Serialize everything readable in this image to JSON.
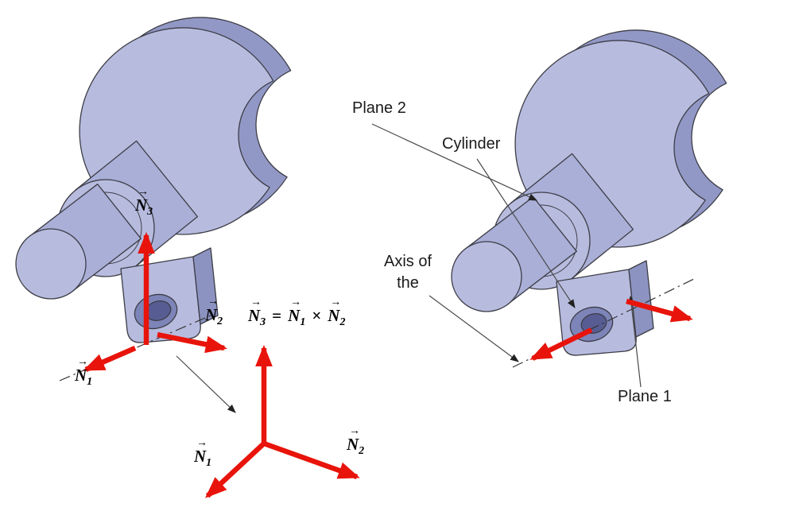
{
  "notation": {
    "vector_arrow": "→"
  },
  "figure_left": {
    "n3_label": {
      "base": "N",
      "sub": "3"
    },
    "n2_label": {
      "base": "N",
      "sub": "2"
    },
    "n1_label": {
      "base": "N",
      "sub": "1"
    }
  },
  "equation": {
    "n3": {
      "base": "N",
      "sub": "3"
    },
    "equals": "=",
    "n1": {
      "base": "N",
      "sub": "1"
    },
    "cross": "×",
    "n2": {
      "base": "N",
      "sub": "2"
    }
  },
  "triad": {
    "n1_label": {
      "base": "N",
      "sub": "1"
    },
    "n2_label": {
      "base": "N",
      "sub": "2"
    }
  },
  "figure_right": {
    "plane2_label": "Plane 2",
    "cylinder_label": "Cylinder",
    "axis_label_line1": "Axis of",
    "axis_label_line2": "the",
    "plane1_label": "Plane 1"
  },
  "colors": {
    "background": "#ffffff",
    "part_fill": "#b7bcdf",
    "part_shadow": "#9298c6",
    "part_mid": "#a9afd7",
    "outline": "#3d3d46",
    "arrow_red": "#e8140b",
    "leader_gray": "#4a4a4a"
  }
}
